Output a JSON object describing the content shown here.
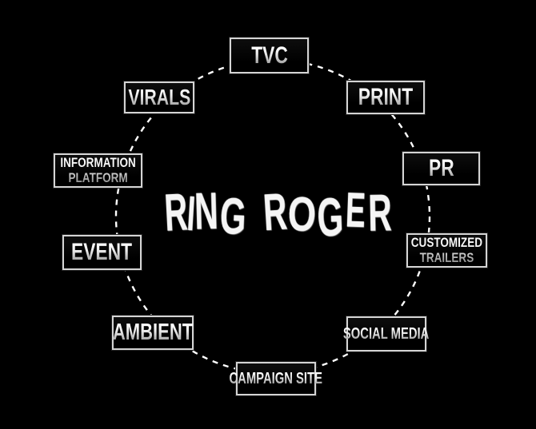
{
  "title": {
    "text": "RING ROGER",
    "letters": [
      "R",
      "I",
      "N",
      "G",
      "R",
      "O",
      "G",
      "E",
      "R"
    ]
  },
  "nodes": [
    {
      "id": "tvc",
      "label": "TVC",
      "lines": [
        "TVC"
      ]
    },
    {
      "id": "print",
      "label": "PRINT",
      "lines": [
        "PRINT"
      ]
    },
    {
      "id": "pr",
      "label": "PR",
      "lines": [
        "PR"
      ]
    },
    {
      "id": "customized-trailers",
      "label": "CUSTOMIZED TRAILERS",
      "lines": [
        "CUSTOMIZED",
        "TRAILERS"
      ]
    },
    {
      "id": "social-media",
      "label": "SOCIAL MEDIA",
      "lines": [
        "SOCIAL MEDIA"
      ]
    },
    {
      "id": "campaign-site",
      "label": "CAMPAIGN SITE",
      "lines": [
        "CAMPAIGN SITE"
      ]
    },
    {
      "id": "ambient",
      "label": "AMBIENT",
      "lines": [
        "AMBIENT"
      ]
    },
    {
      "id": "event",
      "label": "EVENT",
      "lines": [
        "EVENT"
      ]
    },
    {
      "id": "information-platform",
      "label": "INFORMATION PLATFORM",
      "lines": [
        "INFORMATION",
        "PLATFORM"
      ]
    },
    {
      "id": "virals",
      "label": "VIRALS",
      "lines": [
        "VIRALS"
      ]
    }
  ],
  "colors": {
    "background": "#000000",
    "ring": "#ffffff",
    "box_border": "#d4d4d4",
    "box_background": "#050505",
    "text_gradient_top": "#ffffff",
    "text_gradient_bottom": "#7f7f7f"
  }
}
